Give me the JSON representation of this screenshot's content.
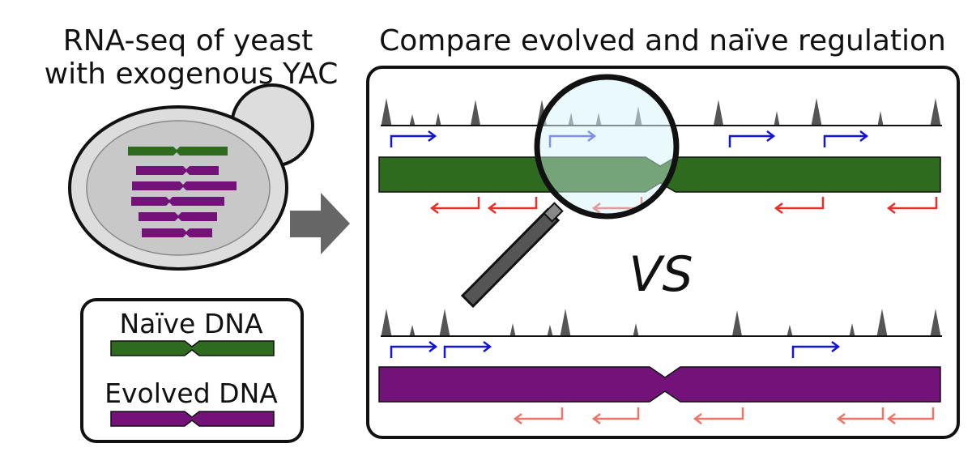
{
  "left_title_line1": "RNA-seq of yeast",
  "left_title_line2": "with exogenous YAC",
  "right_title": "Compare evolved and naïve regulation",
  "vs_label": "VS",
  "legend": {
    "naive_label": "Naïve DNA",
    "evolved_label": "Evolved DNA"
  },
  "colors": {
    "naive": "#2f6b1f",
    "evolved": "#73137a",
    "forward_arrow": "#1414d6",
    "reverse_arrow_naive": "#e8302a",
    "reverse_arrow_evolved": "#ee7468",
    "peak": "#555555",
    "cell_fill": "#dddddd",
    "big_arrow": "#666666",
    "lens": "#d9f6f9"
  },
  "icons": {
    "yeast_cell": "yeast-cell-icon",
    "process_arrow": "right-arrow-icon",
    "magnifier": "magnifying-glass-icon"
  }
}
